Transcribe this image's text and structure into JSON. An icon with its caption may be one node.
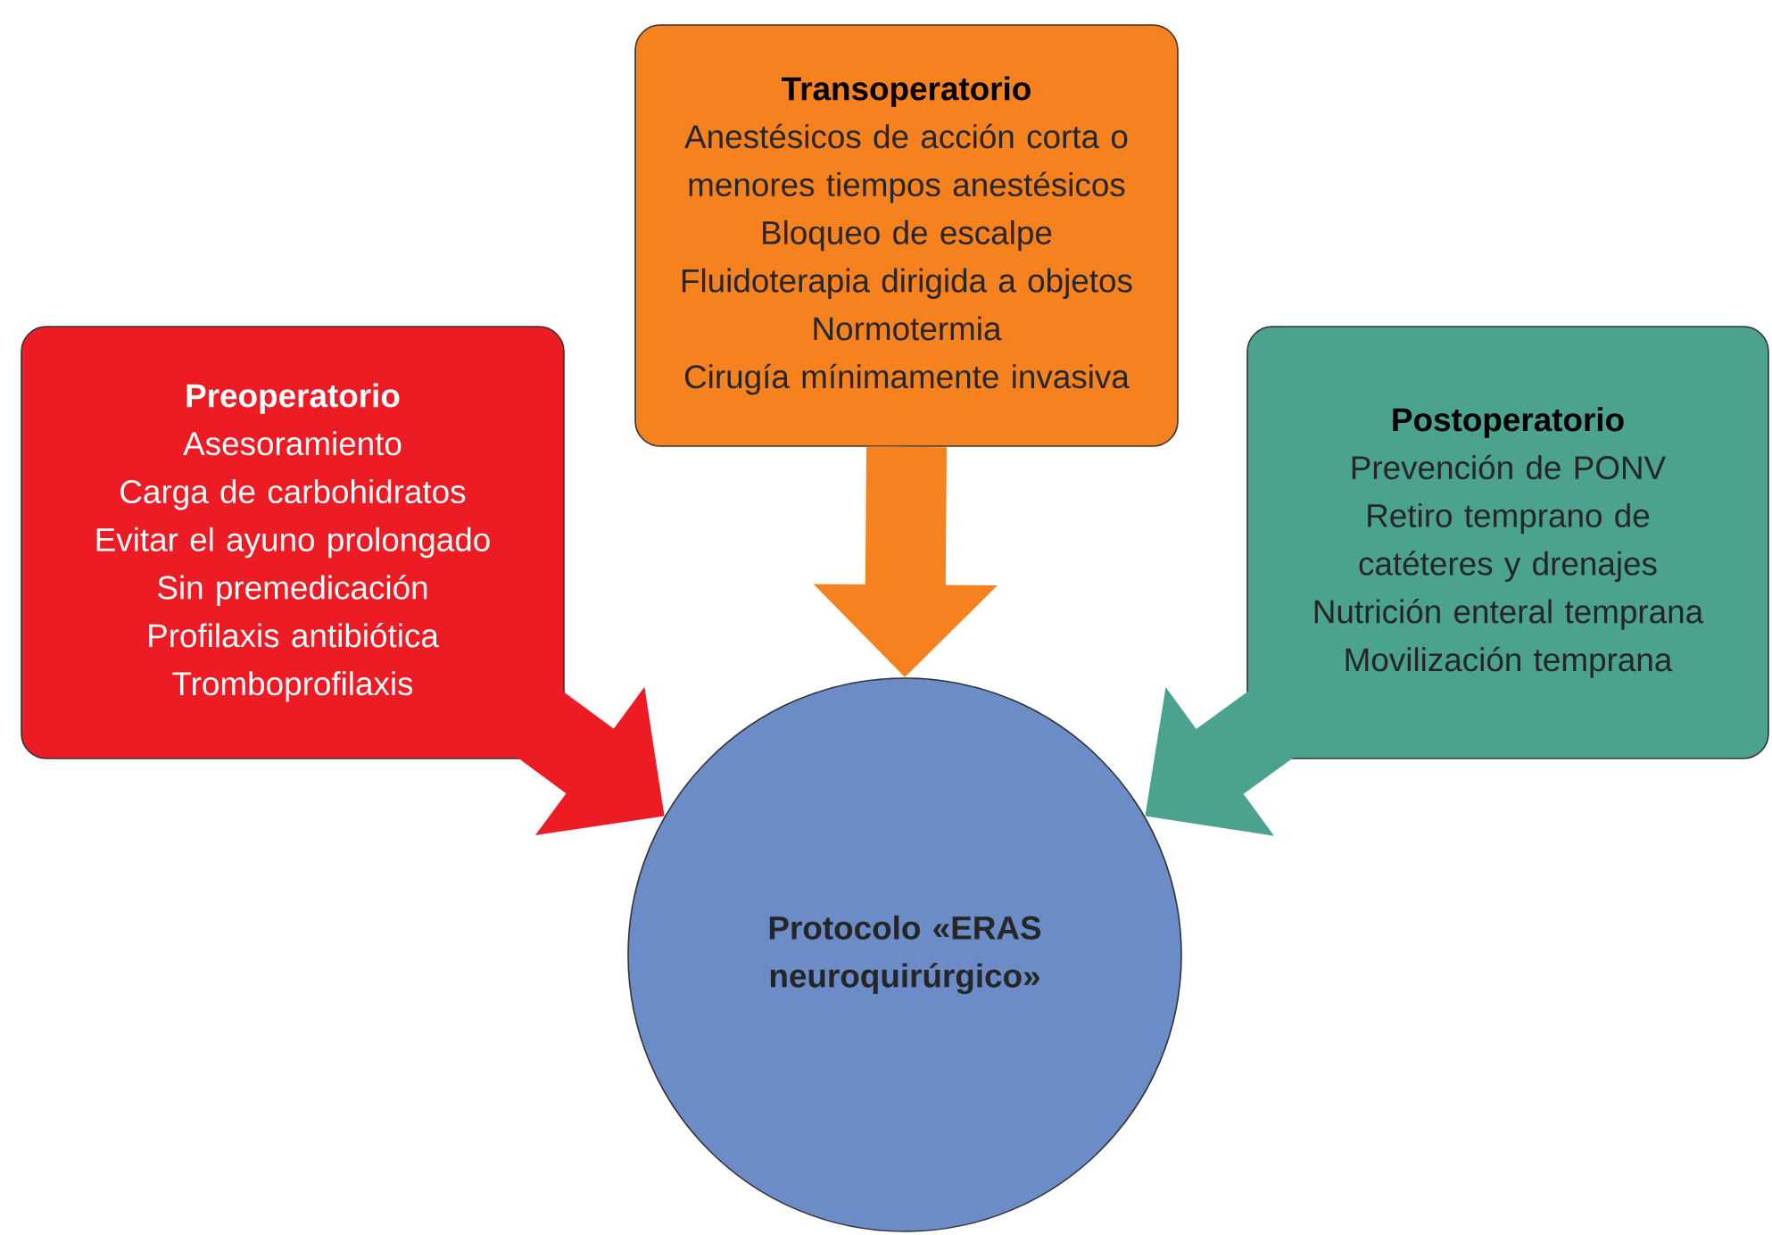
{
  "diagram": {
    "nodes": [
      {
        "text": [
          "Preoperatorio",
          "Asesoramiento",
          "Carga de carbohidratos",
          "Evitar el ayuno prolongado",
          "Sin premedicación",
          "Profilaxis antibiótica",
          "Tromboprofilaxis"
        ]
      },
      {
        "text": [
          "Transoperatorio",
          "Anestésicos de acción corta o menores tiempos anestésicos",
          "Bloqueo de escalpe",
          "Fluidoterapia dirigida a objetos",
          "Normotermia",
          "Cirugía mínimamente invasiva"
        ]
      },
      {
        "text": [
          "Postoperatorio",
          "Prevención de PONV",
          "Retiro temprano de catéteres y drenajes",
          "Nutrición enteral temprana",
          "Movilización temprana"
        ]
      },
      {
        "text": [
          "Protocolo «ERAS neuroquirúrgico»"
        ]
      }
    ],
    "edges": [
      {
        "from": 0,
        "to": 3,
        "arrow": "to",
        "color": "#ed1c24"
      },
      {
        "from": 1,
        "to": 3,
        "arrow": "to",
        "color": "#f5821f"
      },
      {
        "from": 2,
        "to": 3,
        "arrow": "to",
        "color": "#4ba28f"
      }
    ]
  }
}
